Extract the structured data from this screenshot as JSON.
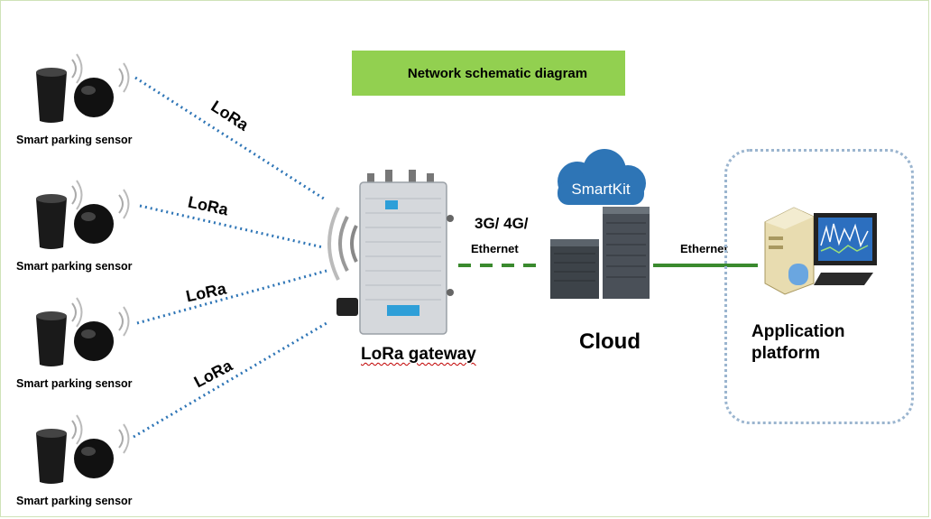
{
  "title": "Network schematic diagram",
  "sensors": [
    {
      "label": "Smart parking sensor"
    },
    {
      "label": "Smart parking sensor"
    },
    {
      "label": "Smart parking sensor"
    },
    {
      "label": "Smart parking sensor"
    }
  ],
  "links": {
    "lora_labels": [
      "LoRa",
      "LoRa",
      "LoRa",
      "LoRa"
    ],
    "backhaul_label_1": "3G/ 4G/",
    "backhaul_label_2": "Ethernet",
    "cloud_link_label": "Ethernet"
  },
  "gateway": {
    "label": "LoRa gateway"
  },
  "cloud": {
    "label": "Cloud",
    "logo_text": "SmartKit"
  },
  "platform": {
    "label_line1": "Application",
    "label_line2": "platform"
  },
  "colors": {
    "title_bg": "#92d050",
    "lora_line": "#2e75b6",
    "backhaul_line": "#3a8a2e",
    "cloud": "#2e75b6"
  }
}
